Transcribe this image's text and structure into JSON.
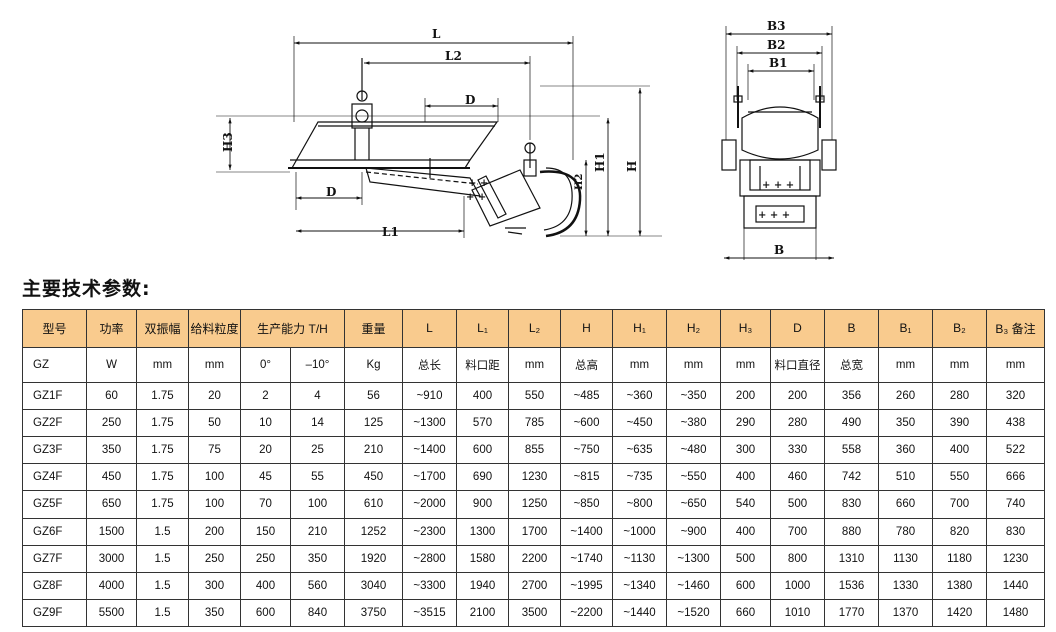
{
  "drawing": {
    "side_view_labels": {
      "L": "L",
      "L2": "L2",
      "D_top": "D",
      "H3": "H3",
      "H1": "H1",
      "H2": "H2",
      "H": "H",
      "D_bottom": "D",
      "L1": "L1"
    },
    "end_view_labels": {
      "B3": "B3",
      "B2": "B2",
      "B1": "B1",
      "B": "B"
    }
  },
  "section_title": "主要技术参数:",
  "table": {
    "headers": [
      "型号",
      "功率",
      "双振幅",
      "给料粒度",
      "生产能力 T/H",
      "重量",
      "L",
      "L₁",
      "L₂",
      "H",
      "H₁",
      "H₂",
      "H₃",
      "D",
      "B",
      "B₁",
      "B₂",
      "B₃ 备注"
    ],
    "units": [
      "GZ",
      "W",
      "mm",
      "mm",
      "0°",
      "–10°",
      "Kg",
      "总长",
      "料口距",
      "mm",
      "总高",
      "mm",
      "mm",
      "mm",
      "料口直径",
      "总宽",
      "mm",
      "mm",
      "mm"
    ],
    "rows": [
      [
        "GZ1F",
        "60",
        "1.75",
        "20",
        "2",
        "4",
        "56",
        "~910",
        "400",
        "550",
        "~485",
        "~360",
        "~350",
        "200",
        "200",
        "356",
        "260",
        "280",
        "320"
      ],
      [
        "GZ2F",
        "250",
        "1.75",
        "50",
        "10",
        "14",
        "125",
        "~1300",
        "570",
        "785",
        "~600",
        "~450",
        "~380",
        "290",
        "280",
        "490",
        "350",
        "390",
        "438"
      ],
      [
        "GZ3F",
        "350",
        "1.75",
        "75",
        "20",
        "25",
        "210",
        "~1400",
        "600",
        "855",
        "~750",
        "~635",
        "~480",
        "300",
        "330",
        "558",
        "360",
        "400",
        "522"
      ],
      [
        "GZ4F",
        "450",
        "1.75",
        "100",
        "45",
        "55",
        "450",
        "~1700",
        "690",
        "1230",
        "~815",
        "~735",
        "~550",
        "400",
        "460",
        "742",
        "510",
        "550",
        "666"
      ],
      [
        "GZ5F",
        "650",
        "1.75",
        "100",
        "70",
        "100",
        "610",
        "~2000",
        "900",
        "1250",
        "~850",
        "~800",
        "~650",
        "540",
        "500",
        "830",
        "660",
        "700",
        "740"
      ],
      [
        "GZ6F",
        "1500",
        "1.5",
        "200",
        "150",
        "210",
        "1252",
        "~2300",
        "1300",
        "1700",
        "~1400",
        "~1000",
        "~900",
        "400",
        "700",
        "880",
        "780",
        "820",
        "830"
      ],
      [
        "GZ7F",
        "3000",
        "1.5",
        "250",
        "250",
        "350",
        "1920",
        "~2800",
        "1580",
        "2200",
        "~1740",
        "~1130",
        "~1300",
        "500",
        "800",
        "1310",
        "1130",
        "1180",
        "1230"
      ],
      [
        "GZ8F",
        "4000",
        "1.5",
        "300",
        "400",
        "560",
        "3040",
        "~3300",
        "1940",
        "2700",
        "~1995",
        "~1340",
        "~1460",
        "600",
        "1000",
        "1536",
        "1330",
        "1380",
        "1440"
      ],
      [
        "GZ9F",
        "5500",
        "1.5",
        "350",
        "600",
        "840",
        "3750",
        "~3515",
        "2100",
        "3500",
        "~2200",
        "~1440",
        "~1520",
        "660",
        "1010",
        "1770",
        "1370",
        "1420",
        "1480"
      ]
    ]
  }
}
